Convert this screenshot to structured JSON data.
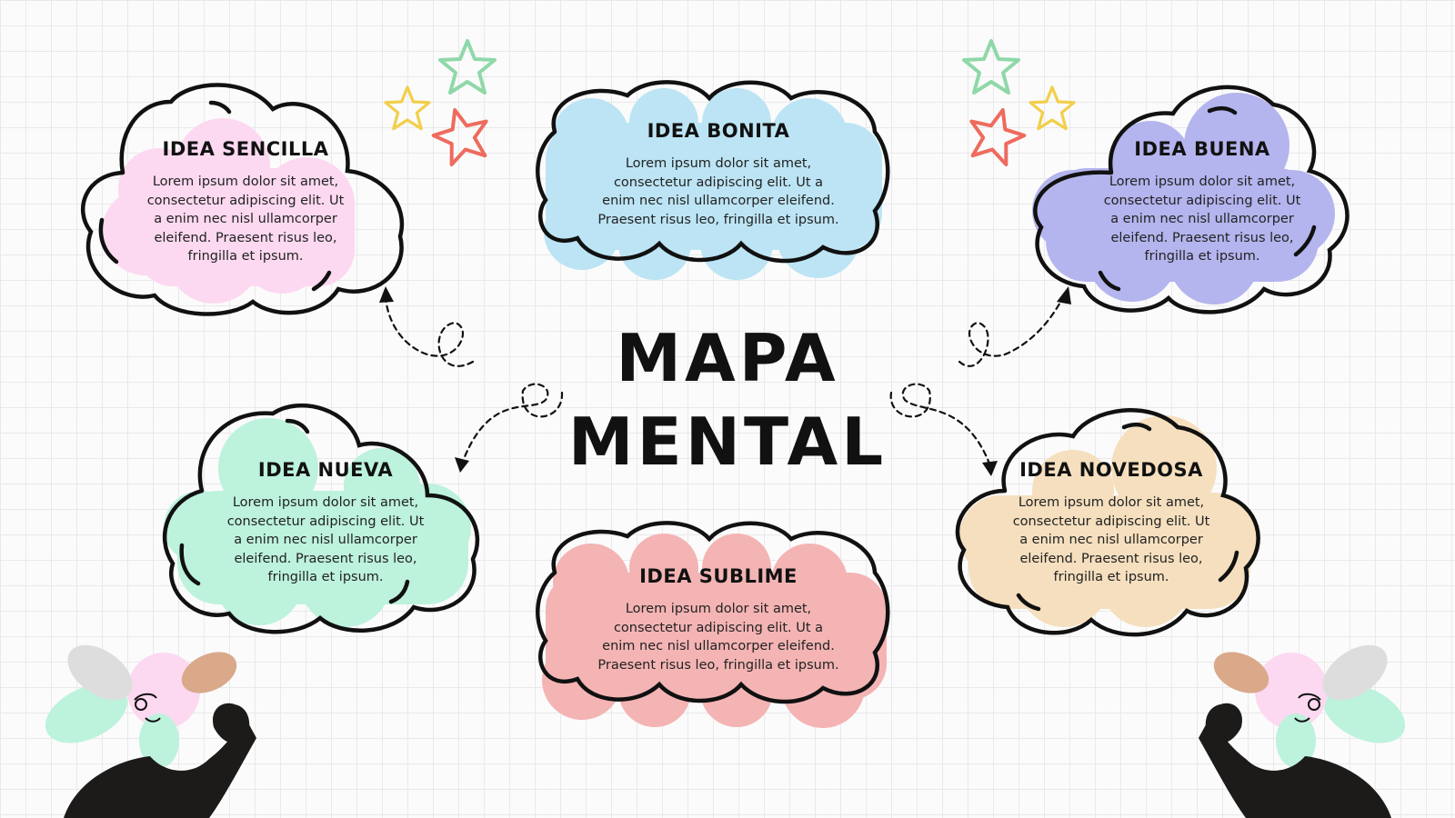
{
  "title": {
    "line1": "MAPA",
    "line2": "MENTAL"
  },
  "ideas": [
    {
      "title": "IDEA SENCILLA",
      "body": "Lorem ipsum dolor sit amet, consectetur adipiscing elit. Ut a enim nec nisl ullamcorper eleifend. Praesent risus leo, fringilla et ipsum.",
      "color": "#fcd9f0"
    },
    {
      "title": "IDEA BONITA",
      "body": "Lorem ipsum dolor sit amet, consectetur adipiscing elit. Ut a enim nec nisl ullamcorper eleifend. Praesent risus leo, fringilla et ipsum.",
      "color": "#bce4f4"
    },
    {
      "title": "IDEA BUENA",
      "body": "Lorem ipsum dolor sit amet, consectetur adipiscing elit. Ut a enim nec nisl ullamcorper eleifend. Praesent risus leo, fringilla et ipsum.",
      "color": "#b4b4ee"
    },
    {
      "title": "IDEA NUEVA",
      "body": "Lorem ipsum dolor sit amet, consectetur adipiscing elit. Ut a enim nec nisl ullamcorper eleifend. Praesent risus leo, fringilla et ipsum.",
      "color": "#bdf2dd"
    },
    {
      "title": "IDEA SUBLIME",
      "body": "Lorem ipsum dolor sit amet, consectetur adipiscing elit. Ut a enim nec nisl ullamcorper eleifend. Praesent risus leo, fringilla et ipsum.",
      "color": "#f4b4b4"
    },
    {
      "title": "IDEA NOVEDOSA",
      "body": "Lorem ipsum dolor sit amet, consectetur adipiscing elit. Ut a enim nec nisl ullamcorper eleifend. Praesent risus leo, fringilla et ipsum.",
      "color": "#f5dfbe"
    }
  ],
  "decorations": {
    "stars": [
      "star-icon-green",
      "star-icon-yellow",
      "star-icon-red"
    ],
    "star_colors": {
      "green": "#8fd8a8",
      "yellow": "#f2cf4a",
      "red": "#ee6b5e"
    },
    "figure": "character-illustration"
  }
}
